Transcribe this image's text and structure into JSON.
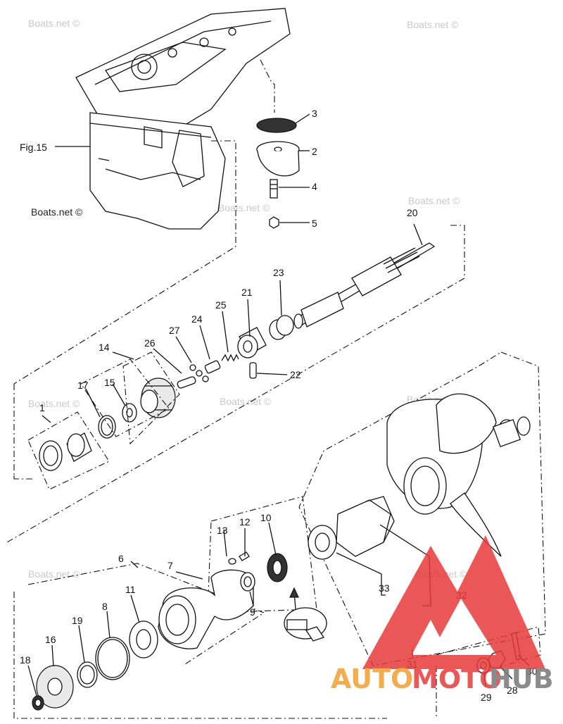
{
  "figure_ref": "Fig.15",
  "watermark_text": "Boats.net ©",
  "callouts": [
    "1",
    "2",
    "3",
    "4",
    "5",
    "6",
    "7",
    "8",
    "9",
    "10",
    "11",
    "12",
    "13",
    "14",
    "15",
    "16",
    "17",
    "18",
    "19",
    "20",
    "21",
    "22",
    "23",
    "24",
    "25",
    "26",
    "27",
    "28",
    "29",
    "30",
    "31",
    "32",
    "33"
  ],
  "brand_logo": {
    "text_auto": "AUTO",
    "text_moto": "MOTO",
    "text_hub": "HUB",
    "color_orange": "#f0a030",
    "color_red": "#e83a3a",
    "color_gray": "#777777"
  }
}
